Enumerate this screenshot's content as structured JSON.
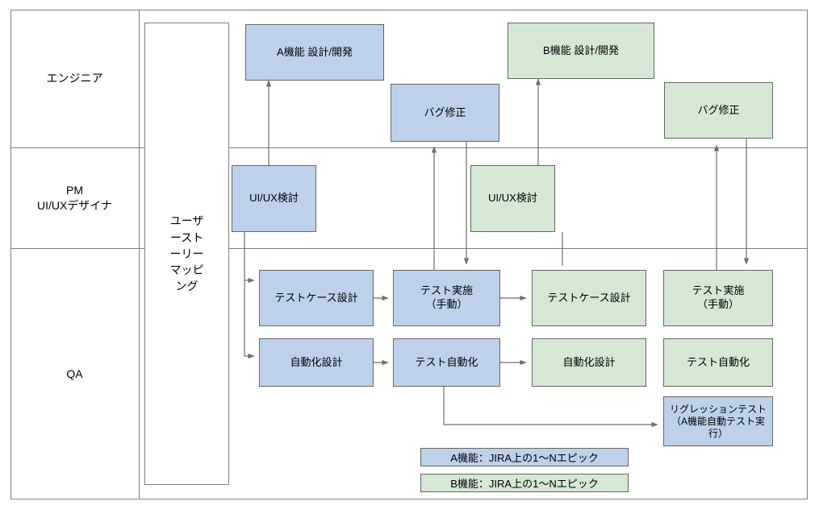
{
  "diagram": {
    "title": "Agile QA process swimlane diagram",
    "colors": {
      "feature_a_fill": "#bdd1ea",
      "feature_b_fill": "#d5e8d4",
      "node_border": "#666666",
      "frame_border": "#808080",
      "connector": "#6d6d6d",
      "background": "#ffffff"
    },
    "lanes": [
      {
        "id": "engineer",
        "label": "エンジニア"
      },
      {
        "id": "pm",
        "label": "PM\nUI/UXデザイナ"
      },
      {
        "id": "qa",
        "label": "QA"
      }
    ],
    "backbone": {
      "label": "ユーザーストーリーマッピング"
    },
    "nodes": [
      {
        "id": "a-dev",
        "label": "A機能 設計/開発",
        "lane": "engineer",
        "color": "feature_a"
      },
      {
        "id": "b-dev",
        "label": "B機能 設計/開発",
        "lane": "engineer",
        "color": "feature_b"
      },
      {
        "id": "a-bugfix",
        "label": "バグ修正",
        "lane": "engineer",
        "color": "feature_a"
      },
      {
        "id": "b-bugfix",
        "label": "バグ修正",
        "lane": "engineer",
        "color": "feature_b"
      },
      {
        "id": "a-uiux",
        "label": "UI/UX検討",
        "lane": "pm",
        "color": "feature_a"
      },
      {
        "id": "b-uiux",
        "label": "UI/UX検討",
        "lane": "pm",
        "color": "feature_b"
      },
      {
        "id": "a-testcase",
        "label": "テストケース設計",
        "lane": "qa",
        "color": "feature_a"
      },
      {
        "id": "a-testexec",
        "label": "テスト実施\n（手動）",
        "lane": "qa",
        "color": "feature_a"
      },
      {
        "id": "a-autodesign",
        "label": "自動化設計",
        "lane": "qa",
        "color": "feature_a"
      },
      {
        "id": "a-testauto",
        "label": "テスト自動化",
        "lane": "qa",
        "color": "feature_a"
      },
      {
        "id": "b-testcase",
        "label": "テストケース設計",
        "lane": "qa",
        "color": "feature_b"
      },
      {
        "id": "b-testexec",
        "label": "テスト実施\n（手動）",
        "lane": "qa",
        "color": "feature_b"
      },
      {
        "id": "b-autodesign",
        "label": "自動化設計",
        "lane": "qa",
        "color": "feature_b"
      },
      {
        "id": "b-testauto",
        "label": "テスト自動化",
        "lane": "qa",
        "color": "feature_b"
      },
      {
        "id": "regression",
        "label": "リグレッションテスト\n（A機能自動テスト実行）",
        "lane": "qa",
        "color": "feature_a"
      }
    ],
    "legend": [
      {
        "id": "legend-a",
        "label": "A機能：JIRA上の1〜Nエピック",
        "color": "feature_a"
      },
      {
        "id": "legend-b",
        "label": "B機能：JIRA上の1〜Nエピック",
        "color": "feature_b"
      }
    ]
  }
}
